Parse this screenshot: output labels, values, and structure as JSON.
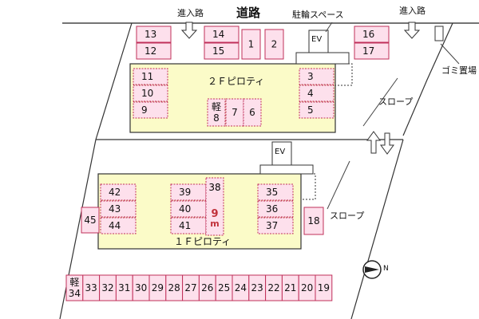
{
  "labels": {
    "road": "道路",
    "entrance_left": "進入路",
    "entrance_right": "進入路",
    "bicycle_space": "駐輪スペース",
    "garbage": "ゴミ置場",
    "slope_upper": "スロープ",
    "slope_lower": "スロープ",
    "piloti_2f": "２Ｆピロティ",
    "piloti_1f": "１Ｆピロティ",
    "ev_upper": "EV",
    "ev_lower": "EV",
    "dimension": "9\nm",
    "compass": "N"
  },
  "stalls": {
    "top_row": [
      "13",
      "12",
      "14",
      "15",
      "1",
      "2",
      "16",
      "17"
    ],
    "floor2_left": [
      "11",
      "10",
      "9"
    ],
    "floor2_right": [
      "3",
      "4",
      "5"
    ],
    "floor2_center": [
      "軽\n8",
      "7",
      "6"
    ],
    "floor1_left": [
      "42",
      "43",
      "44"
    ],
    "floor1_center": [
      "39",
      "40",
      "41",
      "38"
    ],
    "floor1_right": [
      "35",
      "36",
      "37"
    ],
    "floor1_side": [
      "45",
      "18"
    ],
    "bottom_row": [
      "軽\n34",
      "33",
      "32",
      "31",
      "30",
      "29",
      "28",
      "27",
      "26",
      "25",
      "24",
      "23",
      "22",
      "21",
      "20",
      "19"
    ]
  },
  "colors": {
    "stall_fill": "#fde0ec",
    "stall_border": "#c0305a",
    "piloti_fill": "#fbfbc8",
    "dimension_text": "#c0303a",
    "line": "#222222"
  },
  "icons": {
    "entrance_arrow": "arrow-down-icon",
    "slope_arrows": "up-down-arrow-icon",
    "compass": "north-compass-icon"
  }
}
